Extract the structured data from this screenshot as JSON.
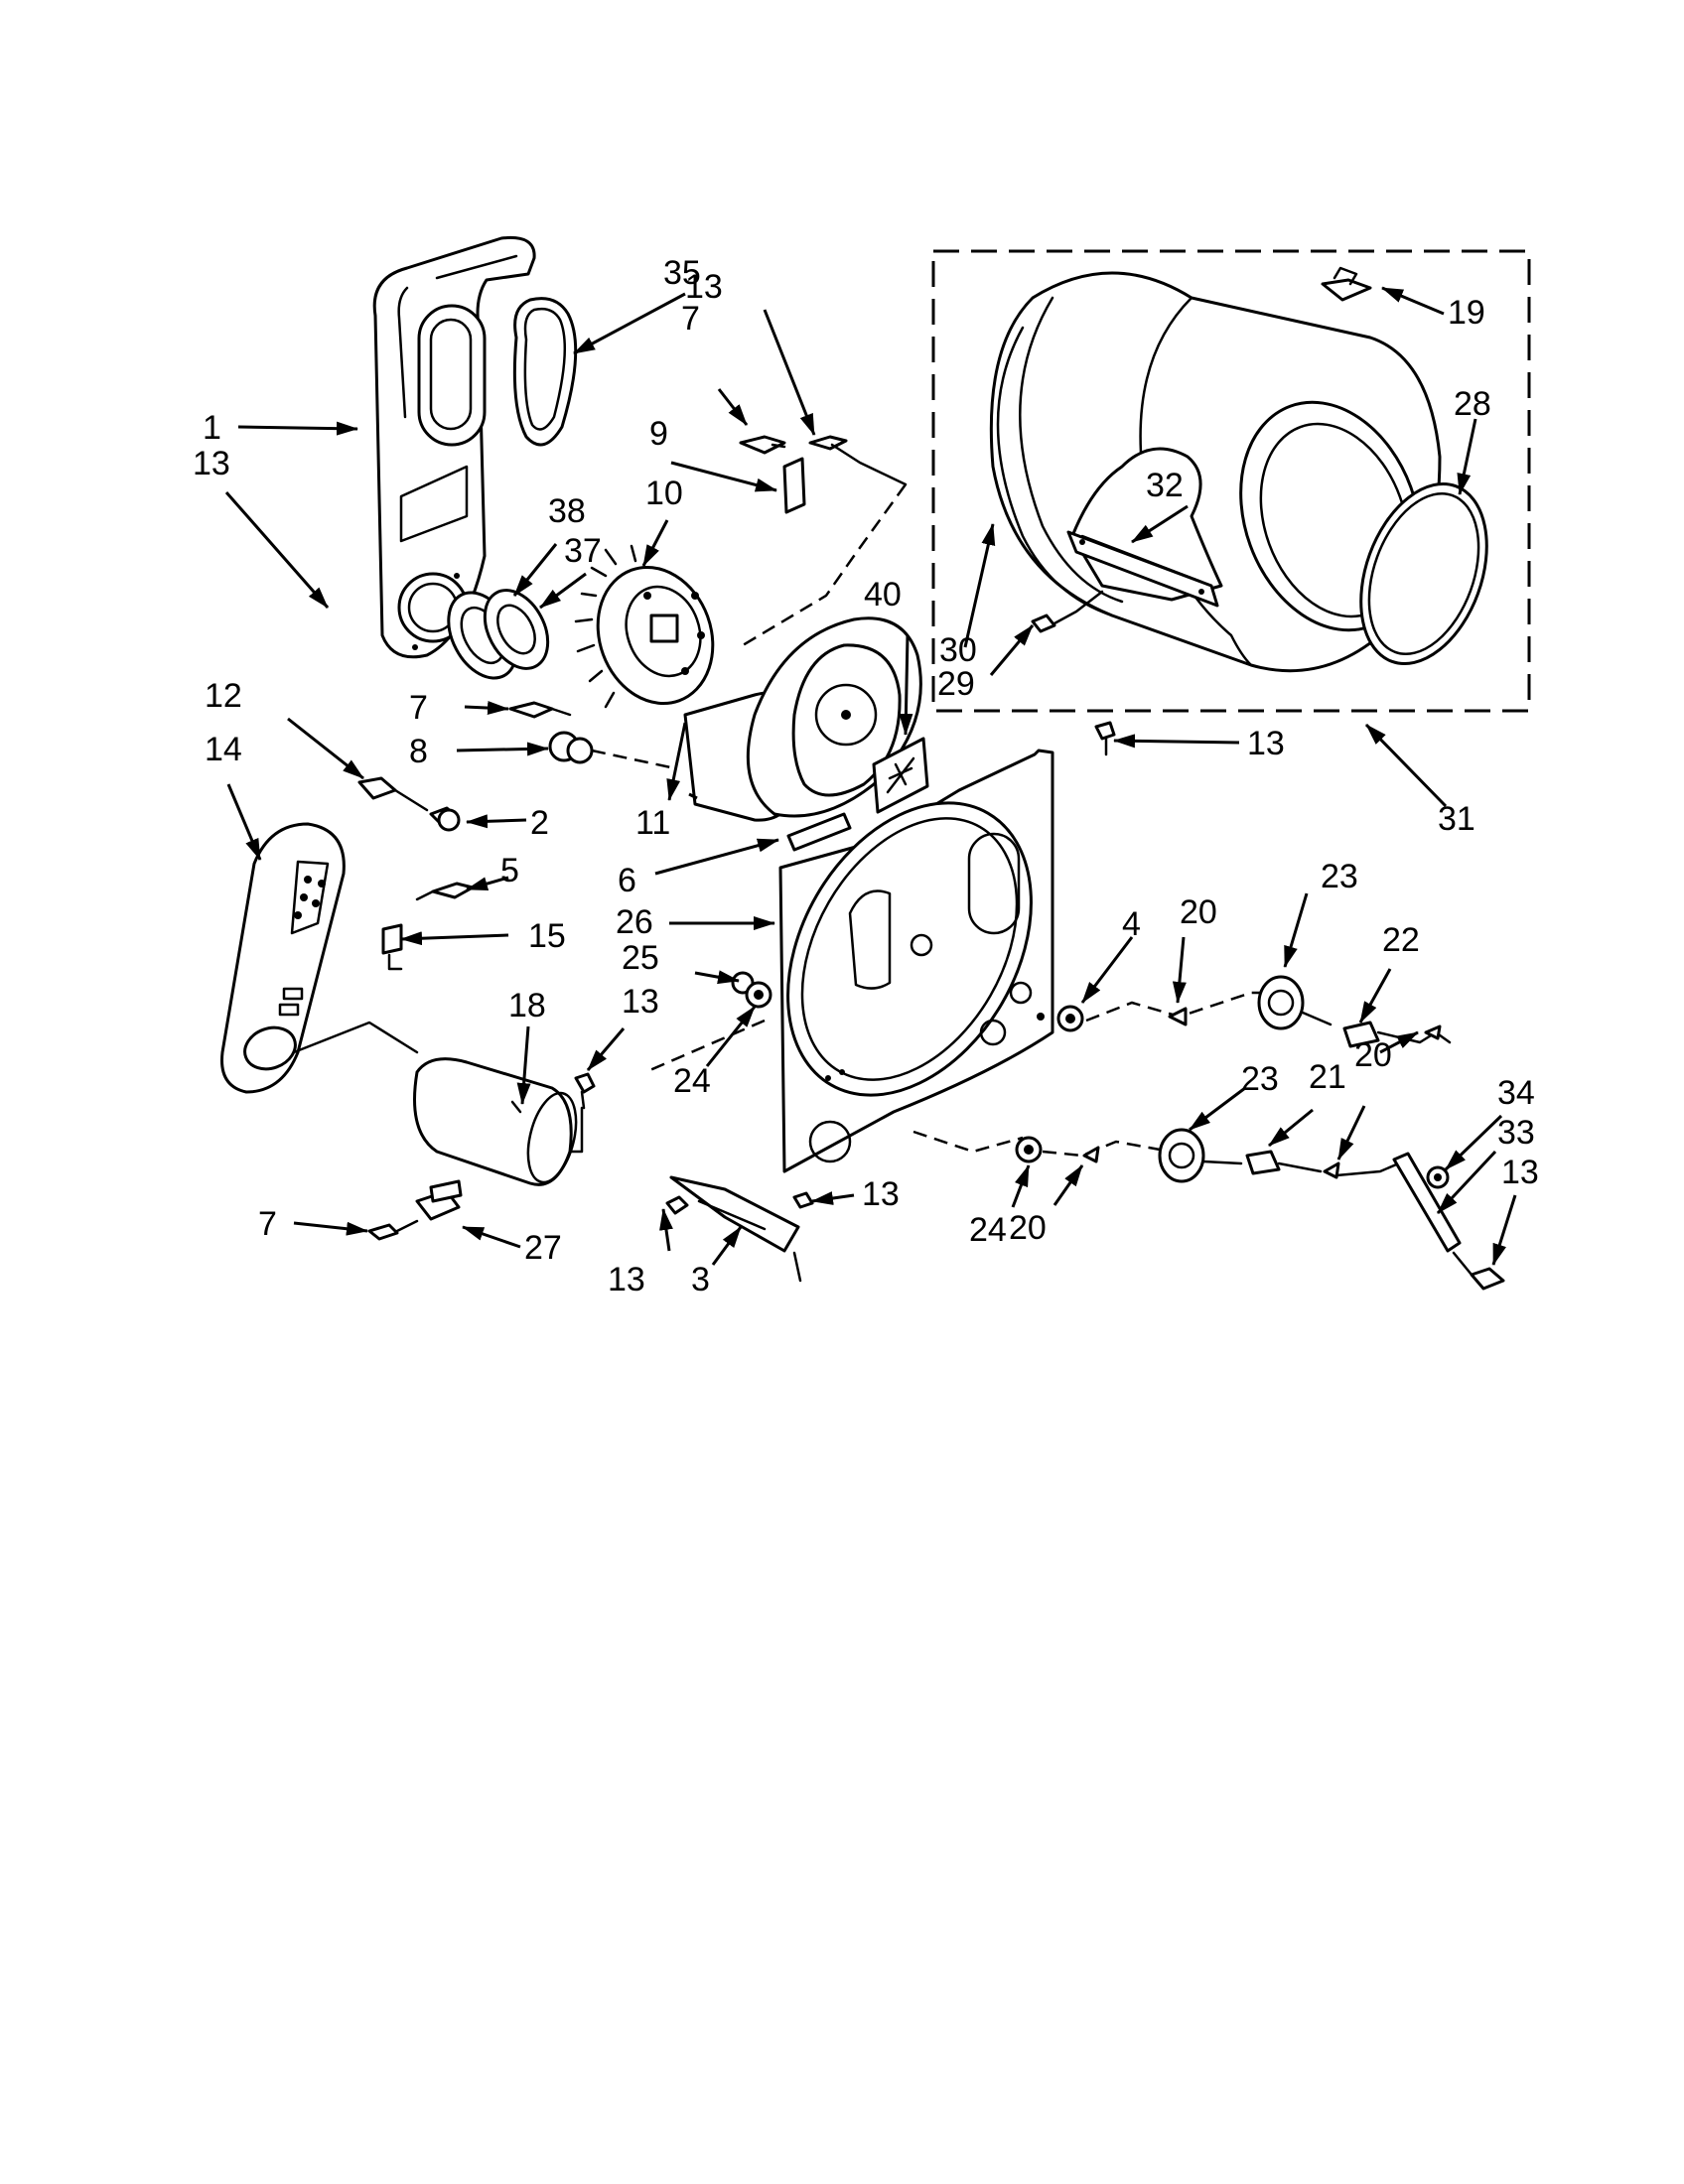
{
  "diagram": {
    "callouts": [
      {
        "id": "c1",
        "label": "1"
      },
      {
        "id": "c2",
        "label": "2"
      },
      {
        "id": "c3",
        "label": "3"
      },
      {
        "id": "c4",
        "label": "4"
      },
      {
        "id": "c5",
        "label": "5"
      },
      {
        "id": "c6",
        "label": "6"
      },
      {
        "id": "c7a",
        "label": "7"
      },
      {
        "id": "c7b",
        "label": "7"
      },
      {
        "id": "c7c",
        "label": "7"
      },
      {
        "id": "c8",
        "label": "8"
      },
      {
        "id": "c9",
        "label": "9"
      },
      {
        "id": "c10",
        "label": "10"
      },
      {
        "id": "c11",
        "label": "11"
      },
      {
        "id": "c12",
        "label": "12"
      },
      {
        "id": "c13a",
        "label": "13"
      },
      {
        "id": "c13b",
        "label": "13"
      },
      {
        "id": "c13c",
        "label": "13"
      },
      {
        "id": "c13d",
        "label": "13"
      },
      {
        "id": "c13e",
        "label": "13"
      },
      {
        "id": "c13f",
        "label": "13"
      },
      {
        "id": "c13g",
        "label": "13"
      },
      {
        "id": "c14",
        "label": "14"
      },
      {
        "id": "c15",
        "label": "15"
      },
      {
        "id": "c18",
        "label": "18"
      },
      {
        "id": "c19",
        "label": "19"
      },
      {
        "id": "c20a",
        "label": "20"
      },
      {
        "id": "c20b",
        "label": "20"
      },
      {
        "id": "c20c",
        "label": "20"
      },
      {
        "id": "c21",
        "label": "21"
      },
      {
        "id": "c22",
        "label": "22"
      },
      {
        "id": "c23a",
        "label": "23"
      },
      {
        "id": "c23b",
        "label": "23"
      },
      {
        "id": "c24a",
        "label": "24"
      },
      {
        "id": "c24b",
        "label": "24"
      },
      {
        "id": "c25",
        "label": "25"
      },
      {
        "id": "c26",
        "label": "26"
      },
      {
        "id": "c27",
        "label": "27"
      },
      {
        "id": "c28",
        "label": "28"
      },
      {
        "id": "c29",
        "label": "29"
      },
      {
        "id": "c30",
        "label": "30"
      },
      {
        "id": "c31",
        "label": "31"
      },
      {
        "id": "c32",
        "label": "32"
      },
      {
        "id": "c33",
        "label": "33"
      },
      {
        "id": "c34",
        "label": "34"
      },
      {
        "id": "c35",
        "label": "35"
      },
      {
        "id": "c37",
        "label": "37"
      },
      {
        "id": "c38",
        "label": "38"
      },
      {
        "id": "c40",
        "label": "40"
      }
    ]
  }
}
